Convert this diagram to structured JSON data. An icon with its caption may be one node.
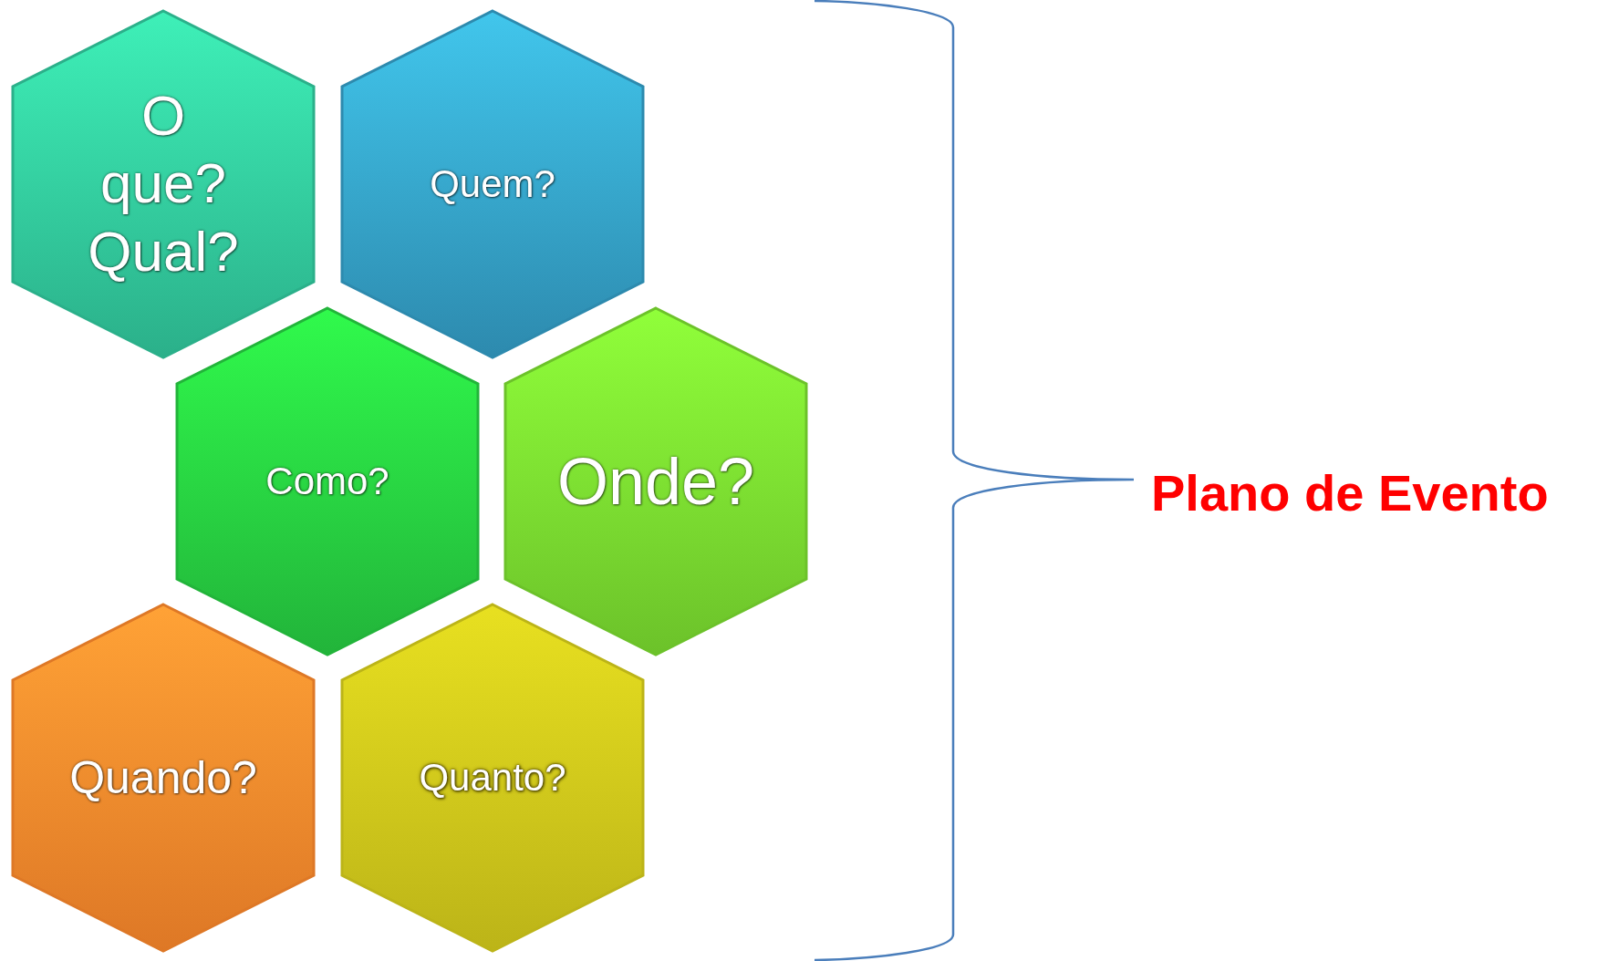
{
  "diagram": {
    "nodes": [
      {
        "text": [
          "O que? Qual?"
        ]
      },
      {
        "text": [
          "Quem?"
        ]
      },
      {
        "text": [
          "Como?"
        ]
      },
      {
        "text": [
          "Onde?"
        ]
      },
      {
        "text": [
          "Quando?"
        ]
      },
      {
        "text": [
          "Quanto?"
        ]
      }
    ],
    "labels": [
      "Plano de Evento"
    ]
  }
}
